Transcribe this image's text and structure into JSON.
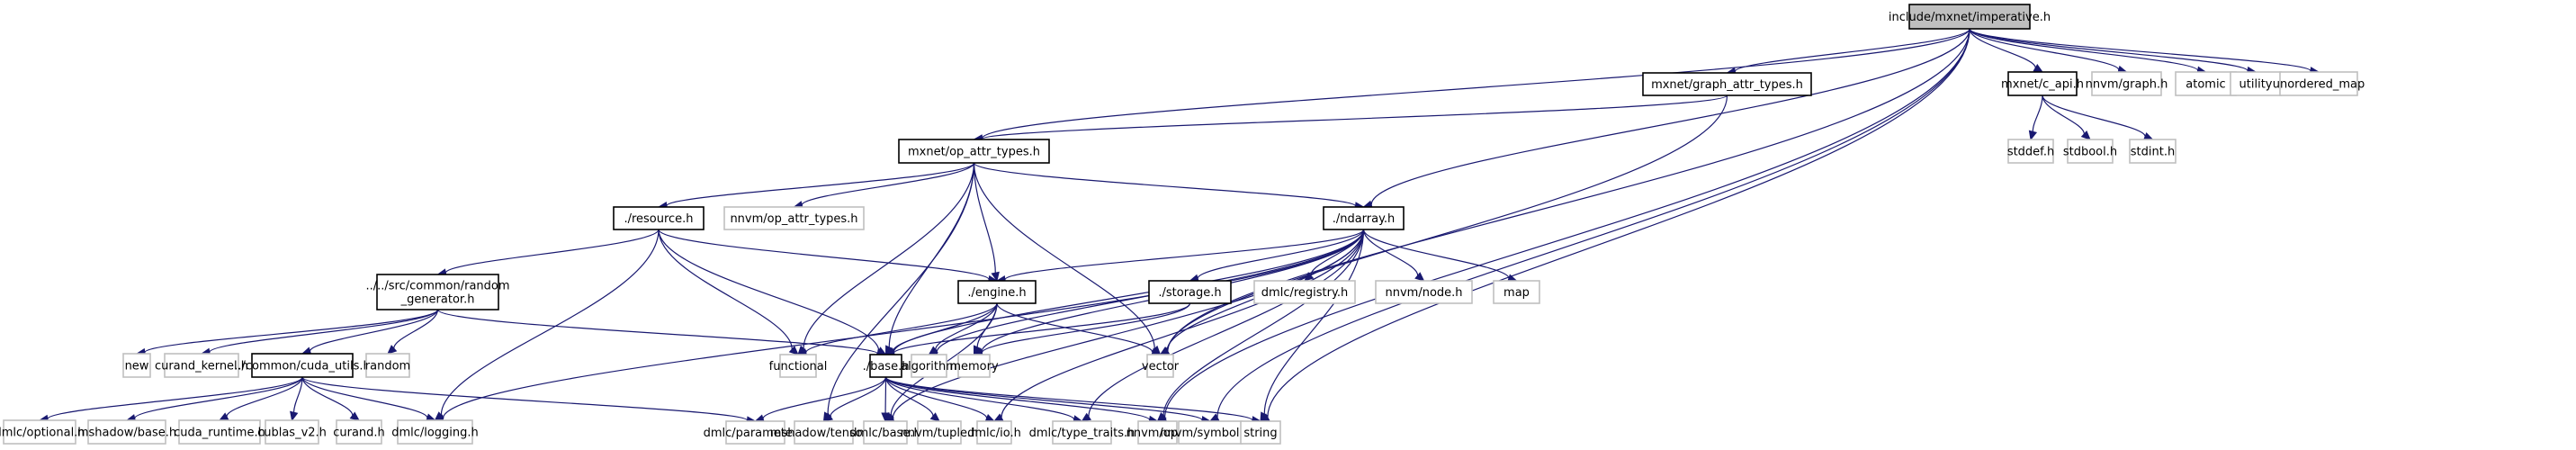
{
  "title": "include/mxnet/imperative.h",
  "colors": {
    "edge": "#191970",
    "root_fill": "#bfbfbf",
    "local_border": "#000000",
    "external_border": "#c0c0c0"
  },
  "nodes": [
    {
      "id": "imperative",
      "label": "include/mxnet/imperative.h",
      "kind": "root"
    },
    {
      "id": "graph_attr_types",
      "label": "mxnet/graph_attr_types.h",
      "kind": "local"
    },
    {
      "id": "c_api",
      "label": "mxnet/c_api.h",
      "kind": "local"
    },
    {
      "id": "nnvm_graph",
      "label": "nnvm/graph.h",
      "kind": "external"
    },
    {
      "id": "atomic",
      "label": "atomic",
      "kind": "external"
    },
    {
      "id": "utility",
      "label": "utility",
      "kind": "external"
    },
    {
      "id": "unordered_map",
      "label": "unordered_map",
      "kind": "external"
    },
    {
      "id": "op_attr_types",
      "label": "mxnet/op_attr_types.h",
      "kind": "local"
    },
    {
      "id": "stddef",
      "label": "stddef.h",
      "kind": "external"
    },
    {
      "id": "stdbool",
      "label": "stdbool.h",
      "kind": "external"
    },
    {
      "id": "stdint",
      "label": "stdint.h",
      "kind": "external"
    },
    {
      "id": "resource",
      "label": "./resource.h",
      "kind": "local"
    },
    {
      "id": "nnvm_op_attr_types",
      "label": "nnvm/op_attr_types.h",
      "kind": "external"
    },
    {
      "id": "ndarray",
      "label": "./ndarray.h",
      "kind": "local"
    },
    {
      "id": "random_generator",
      "label": "../../src/common/random\n_generator.h",
      "kind": "local"
    },
    {
      "id": "engine",
      "label": "./engine.h",
      "kind": "local"
    },
    {
      "id": "storage",
      "label": "./storage.h",
      "kind": "local"
    },
    {
      "id": "dmlc_registry",
      "label": "dmlc/registry.h",
      "kind": "external"
    },
    {
      "id": "nnvm_node",
      "label": "nnvm/node.h",
      "kind": "external"
    },
    {
      "id": "map",
      "label": "map",
      "kind": "external"
    },
    {
      "id": "new",
      "label": "new",
      "kind": "external"
    },
    {
      "id": "curand_kernel",
      "label": "curand_kernel.h",
      "kind": "external"
    },
    {
      "id": "cuda_utils",
      "label": "../common/cuda_utils.h",
      "kind": "local"
    },
    {
      "id": "random",
      "label": "random",
      "kind": "external"
    },
    {
      "id": "functional",
      "label": "functional",
      "kind": "external"
    },
    {
      "id": "base",
      "label": "./base.h",
      "kind": "local"
    },
    {
      "id": "algorithm",
      "label": "algorithm",
      "kind": "external"
    },
    {
      "id": "memory",
      "label": "memory",
      "kind": "external"
    },
    {
      "id": "vector",
      "label": "vector",
      "kind": "external"
    },
    {
      "id": "dmlc_optional",
      "label": "dmlc/optional.h",
      "kind": "external"
    },
    {
      "id": "mshadow_base",
      "label": "mshadow/base.h",
      "kind": "external"
    },
    {
      "id": "cuda_runtime",
      "label": "cuda_runtime.h",
      "kind": "external"
    },
    {
      "id": "cublas_v2",
      "label": "cublas_v2.h",
      "kind": "external"
    },
    {
      "id": "curand",
      "label": "curand.h",
      "kind": "external"
    },
    {
      "id": "dmlc_logging",
      "label": "dmlc/logging.h",
      "kind": "external"
    },
    {
      "id": "dmlc_parameter",
      "label": "dmlc/parameter.h",
      "kind": "external"
    },
    {
      "id": "mshadow_tensor",
      "label": "mshadow/tensor.h",
      "kind": "external"
    },
    {
      "id": "dmlc_base",
      "label": "dmlc/base.h",
      "kind": "external"
    },
    {
      "id": "nnvm_tuple",
      "label": "nnvm/tuple.h",
      "kind": "external"
    },
    {
      "id": "dmlc_io",
      "label": "dmlc/io.h",
      "kind": "external"
    },
    {
      "id": "dmlc_type_traits",
      "label": "dmlc/type_traits.h",
      "kind": "external"
    },
    {
      "id": "nnvm_op",
      "label": "nnvm/op.h",
      "kind": "external"
    },
    {
      "id": "nnvm_symbolic",
      "label": "nnvm/symbolic.h",
      "kind": "external"
    },
    {
      "id": "string",
      "label": "string",
      "kind": "external"
    }
  ],
  "edges": [
    [
      "imperative",
      "op_attr_types"
    ],
    [
      "imperative",
      "graph_attr_types"
    ],
    [
      "imperative",
      "ndarray"
    ],
    [
      "imperative",
      "vector"
    ],
    [
      "imperative",
      "c_api"
    ],
    [
      "imperative",
      "nnvm_graph"
    ],
    [
      "imperative",
      "atomic"
    ],
    [
      "imperative",
      "utility"
    ],
    [
      "imperative",
      "unordered_map"
    ],
    [
      "imperative",
      "nnvm_op"
    ],
    [
      "imperative",
      "nnvm_symbolic"
    ],
    [
      "imperative",
      "string"
    ],
    [
      "graph_attr_types",
      "op_attr_types"
    ],
    [
      "graph_attr_types",
      "vector"
    ],
    [
      "c_api",
      "stddef"
    ],
    [
      "c_api",
      "stdbool"
    ],
    [
      "c_api",
      "stdint"
    ],
    [
      "op_attr_types",
      "resource"
    ],
    [
      "op_attr_types",
      "nnvm_op_attr_types"
    ],
    [
      "op_attr_types",
      "ndarray"
    ],
    [
      "op_attr_types",
      "engine"
    ],
    [
      "op_attr_types",
      "base"
    ],
    [
      "op_attr_types",
      "functional"
    ],
    [
      "op_attr_types",
      "mshadow_tensor"
    ],
    [
      "op_attr_types",
      "vector"
    ],
    [
      "resource",
      "random_generator"
    ],
    [
      "resource",
      "engine"
    ],
    [
      "resource",
      "base"
    ],
    [
      "resource",
      "dmlc_logging"
    ],
    [
      "resource",
      "functional"
    ],
    [
      "random_generator",
      "new"
    ],
    [
      "random_generator",
      "curand_kernel"
    ],
    [
      "random_generator",
      "cuda_utils"
    ],
    [
      "random_generator",
      "random"
    ],
    [
      "random_generator",
      "base"
    ],
    [
      "cuda_utils",
      "dmlc_optional"
    ],
    [
      "cuda_utils",
      "mshadow_base"
    ],
    [
      "cuda_utils",
      "cuda_runtime"
    ],
    [
      "cuda_utils",
      "cublas_v2"
    ],
    [
      "cuda_utils",
      "curand"
    ],
    [
      "cuda_utils",
      "dmlc_logging"
    ],
    [
      "cuda_utils",
      "dmlc_parameter"
    ],
    [
      "ndarray",
      "engine"
    ],
    [
      "ndarray",
      "storage"
    ],
    [
      "ndarray",
      "dmlc_registry"
    ],
    [
      "ndarray",
      "nnvm_node"
    ],
    [
      "ndarray",
      "map"
    ],
    [
      "ndarray",
      "base"
    ],
    [
      "ndarray",
      "algorithm"
    ],
    [
      "ndarray",
      "memory"
    ],
    [
      "ndarray",
      "vector"
    ],
    [
      "ndarray",
      "string"
    ],
    [
      "ndarray",
      "dmlc_base"
    ],
    [
      "ndarray",
      "dmlc_io"
    ],
    [
      "ndarray",
      "dmlc_type_traits"
    ],
    [
      "ndarray",
      "dmlc_logging"
    ],
    [
      "ndarray",
      "nnvm_op"
    ],
    [
      "engine",
      "functional"
    ],
    [
      "engine",
      "base"
    ],
    [
      "engine",
      "algorithm"
    ],
    [
      "engine",
      "memory"
    ],
    [
      "engine",
      "vector"
    ],
    [
      "engine",
      "dmlc_base"
    ],
    [
      "storage",
      "base"
    ],
    [
      "storage",
      "memory"
    ],
    [
      "base",
      "dmlc_parameter"
    ],
    [
      "base",
      "mshadow_tensor"
    ],
    [
      "base",
      "dmlc_base"
    ],
    [
      "base",
      "nnvm_tuple"
    ],
    [
      "base",
      "dmlc_io"
    ],
    [
      "base",
      "dmlc_type_traits"
    ],
    [
      "base",
      "nnvm_op"
    ],
    [
      "base",
      "nnvm_symbolic"
    ],
    [
      "base",
      "string"
    ]
  ]
}
